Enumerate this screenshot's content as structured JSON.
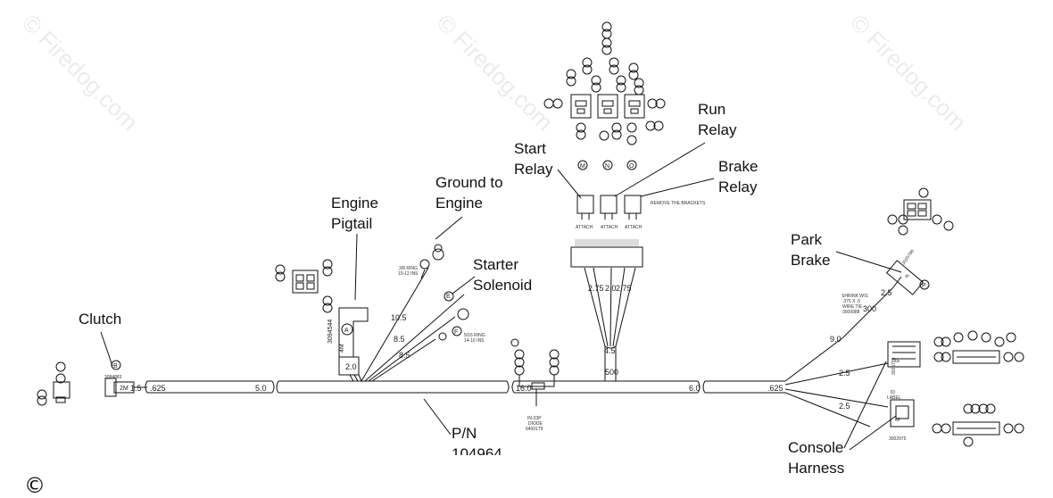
{
  "watermark": "© Firedog.com",
  "callouts": {
    "clutch": "Clutch",
    "engine_pigtail_1": "Engine",
    "engine_pigtail_2": "Pigtail",
    "ground_1": "Ground to",
    "ground_2": "Engine",
    "starter_1": "Starter",
    "starter_2": "Solenoid",
    "start_relay_1": "Start",
    "start_relay_2": "Relay",
    "run_relay_1": "Run",
    "run_relay_2": "Relay",
    "brake_relay_1": "Brake",
    "brake_relay_2": "Relay",
    "park_brake_1": "Park",
    "park_brake_2": "Brake",
    "pn_1": "P/N",
    "pn_2": "104964",
    "console_1": "Console",
    "console_2": "Harness"
  },
  "copyright": "©",
  "dimensions": {
    "d1": "1.5",
    "d2": ".625",
    "d3": "5.0",
    "d4": "2.0",
    "d5": "10.5",
    "d6": "8.5",
    "d7": "8.5",
    "d8": "16.0",
    "d9": "6.0",
    "d10": ".625",
    "d11": "4.5",
    "d12": "500",
    "d13": "2.75",
    "d14": "2.0",
    "d15": "2.75",
    "d16": "9.0",
    "d17": "2.5",
    "d18": "2.5",
    "d19": "2.5",
    "d20": "300"
  },
  "labels": {
    "part_a": "3094544",
    "conn_4m": "4M",
    "conn_2m": "2M",
    "part_clutch": "3084883",
    "diode_1": "IN-33P",
    "diode_2": "DIODE",
    "diode_3": "6400179",
    "ring1_1": "3/8 RING",
    "ring1_2": "10-12 INS",
    "ring2_1": "5/16 RING",
    "ring2_2": "14-16 INS",
    "attach": "ATTACH",
    "remove": "REMOVE THE BRACKETS",
    "shrink_1": "SHRINK W/S",
    "shrink_2": ".375 X .5",
    "shrink_3": "WIRE TIE",
    "shrink_4": "3009988",
    "label_1": "ID",
    "label_2": "LABEL",
    "part_b": "3025799",
    "part_c": "3025798",
    "part_d": "3002975",
    "conn_6f": "6F",
    "conn_6p": "6P",
    "conn_4l": "4L",
    "circle_a": "A",
    "circle_b": "B",
    "circle_e": "E",
    "circle_f": "F",
    "circle_d": "D",
    "circle_m": "M",
    "circle_n": "N",
    "circle_o": "O",
    "circle_p": "P"
  }
}
